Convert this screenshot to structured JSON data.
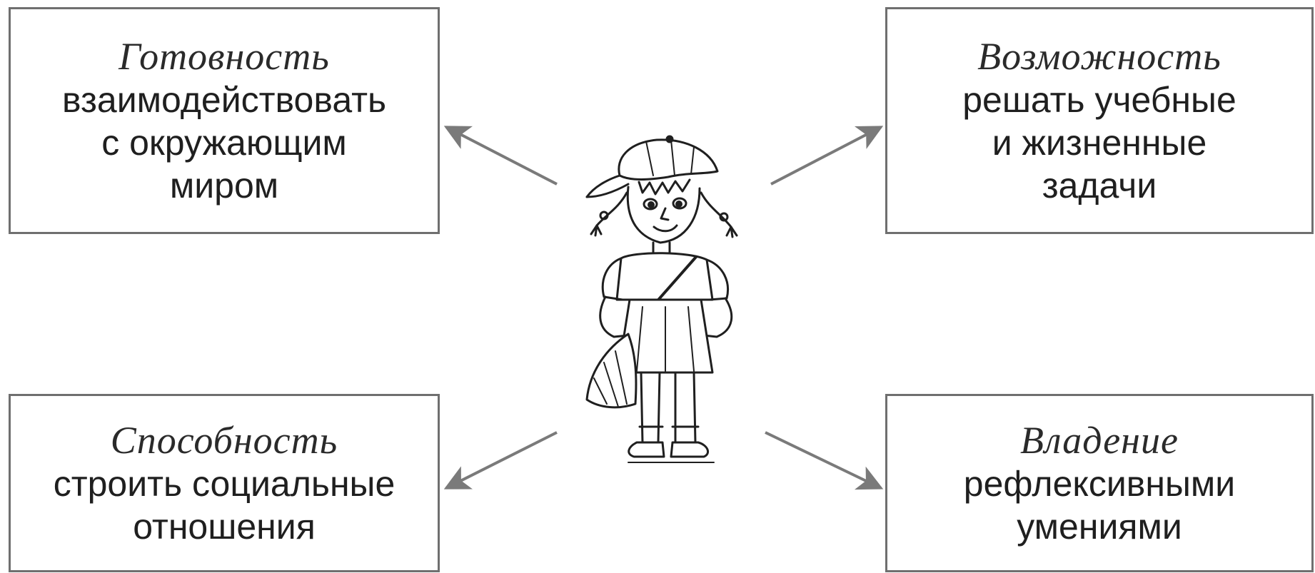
{
  "boxes": {
    "top_left": {
      "title": "Готовность",
      "lines": [
        "взаимодействовать",
        "с окружающим",
        "миром"
      ]
    },
    "top_right": {
      "title": "Возможность",
      "lines": [
        "решать учебные",
        "и жизненные",
        "задачи"
      ]
    },
    "bottom_left": {
      "title": "Способность",
      "lines": [
        "строить социальные",
        "отношения"
      ]
    },
    "bottom_right": {
      "title": "Владение",
      "lines": [
        "рефлексивными",
        "умениями"
      ]
    }
  },
  "colors": {
    "border": "#6f6f6f",
    "arrow": "#7a7a7a",
    "ink": "#1f1f1f"
  },
  "icons": {
    "center": "schoolgirl-illustration"
  }
}
